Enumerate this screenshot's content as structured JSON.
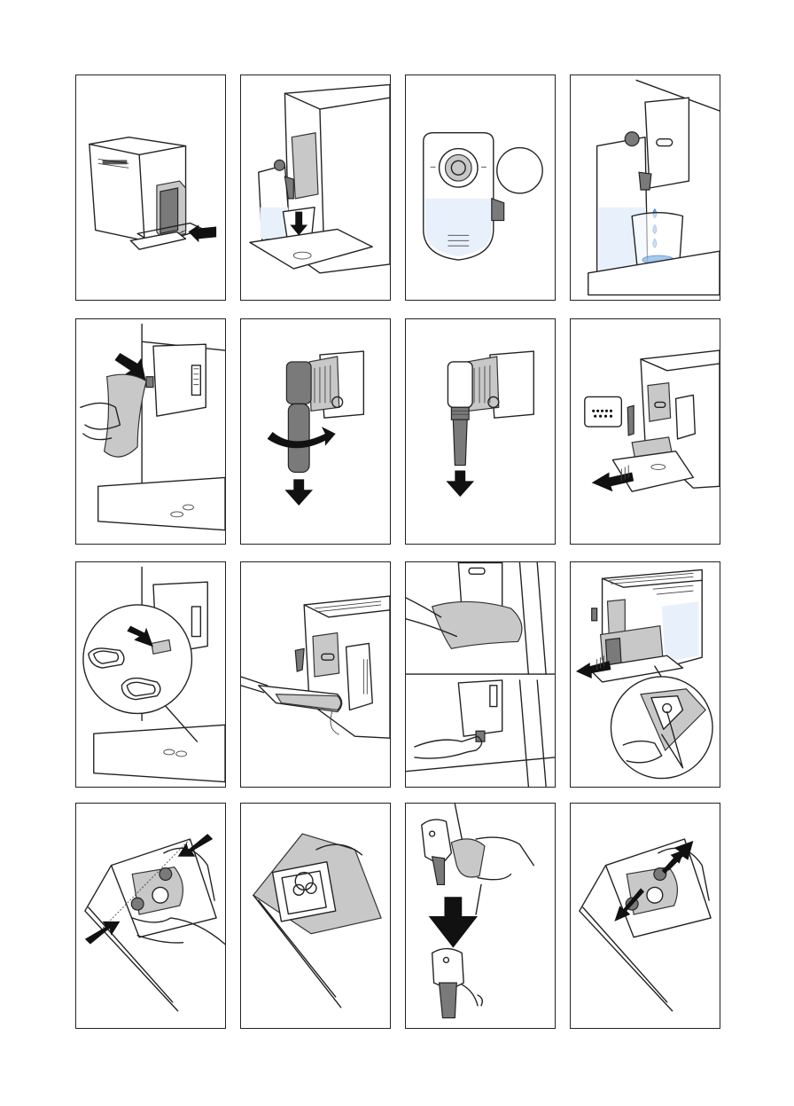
{
  "page": {
    "background": "#ffffff",
    "ink": "#222222",
    "accent_water": "#7fb2e6"
  },
  "panels": [
    {
      "row": 1,
      "col": 1,
      "illustration": "insert-milk-carafe"
    },
    {
      "row": 1,
      "col": 2,
      "illustration": "dispense-hot-milk"
    },
    {
      "row": 1,
      "col": 3,
      "illustration": "carafe-cleaning-knob"
    },
    {
      "row": 1,
      "col": 4,
      "illustration": "rinse-with-water"
    },
    {
      "row": 2,
      "col": 1,
      "illustration": "wipe-steam-nozzle"
    },
    {
      "row": 2,
      "col": 2,
      "illustration": "twist-off-nozzle-cover"
    },
    {
      "row": 2,
      "col": 3,
      "illustration": "pull-off-nozzle"
    },
    {
      "row": 2,
      "col": 4,
      "illustration": "remove-drip-tray"
    },
    {
      "row": 3,
      "col": 1,
      "illustration": "clean-connector-holes"
    },
    {
      "row": 3,
      "col": 2,
      "illustration": "brush-under-spout"
    },
    {
      "row": 3,
      "col": 3,
      "illustration": "wipe-and-rinse-outlet"
    },
    {
      "row": 3,
      "col": 4,
      "illustration": "remove-water-tank"
    },
    {
      "row": 4,
      "col": 1,
      "illustration": "press-release-buttons"
    },
    {
      "row": 4,
      "col": 2,
      "illustration": "brew-unit-open"
    },
    {
      "row": 4,
      "col": 3,
      "illustration": "remove-brew-unit"
    },
    {
      "row": 4,
      "col": 4,
      "illustration": "reinsert-brew-unit"
    }
  ]
}
